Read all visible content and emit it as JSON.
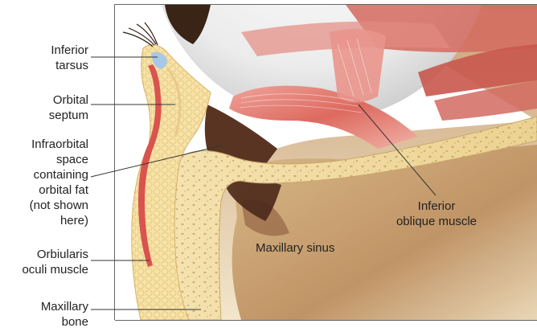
{
  "labels": {
    "inferior_tarsus": [
      "Inferior",
      "tarsus"
    ],
    "orbital_septum": [
      "Orbital",
      "septum"
    ],
    "infraorbital_space": [
      "Infraorbital",
      "space",
      "containing",
      "orbital fat",
      "(not shown",
      "here)"
    ],
    "orbicularis_oculi": [
      "Orbiularis",
      "oculi muscle"
    ],
    "maxillary_bone": [
      "Maxillary",
      "bone"
    ],
    "inferior_oblique": [
      "Inferior",
      "oblique muscle"
    ],
    "maxillary_sinus": "Maxillary sinus"
  },
  "colors": {
    "background": "#ffffff",
    "frame": "#333333",
    "bone": "#f2dca3",
    "muscle": "#d9534f",
    "eyeball": "#f2f2f2",
    "sinus": "#c49a6c",
    "fat": "#5a3422",
    "leader_line": "#333333"
  }
}
